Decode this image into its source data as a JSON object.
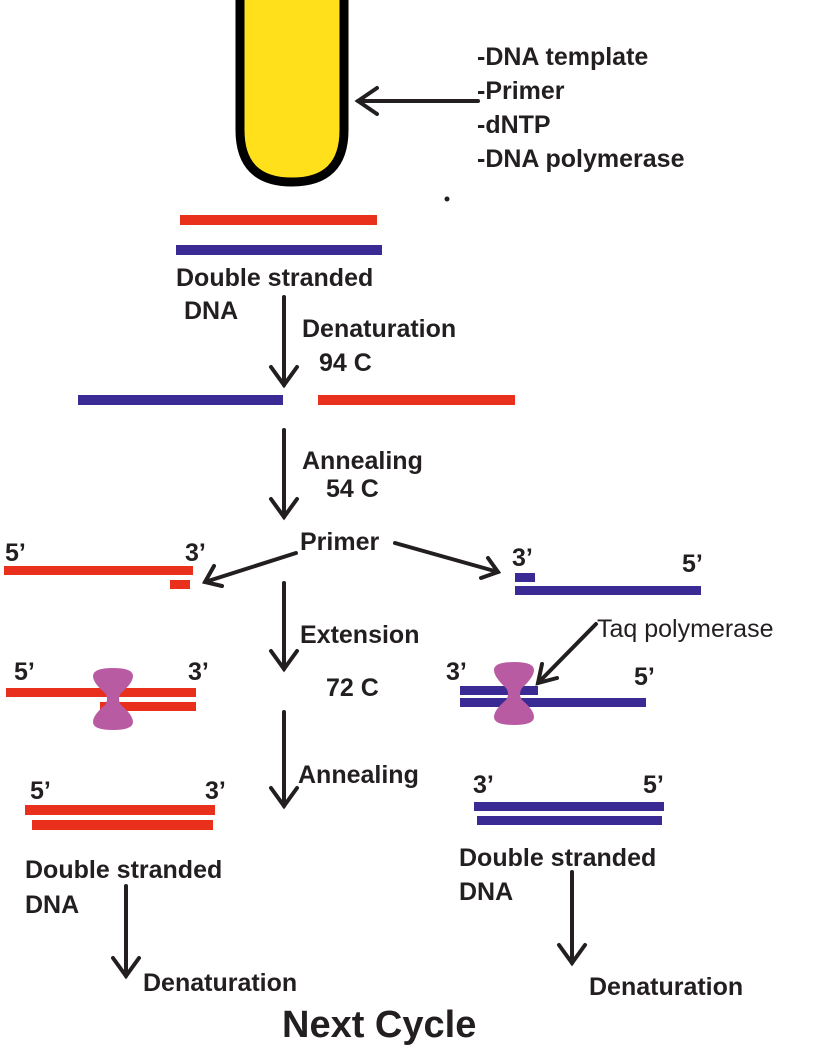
{
  "reagents": [
    "-DNA template",
    "-Primer",
    "-dNTP",
    "-DNA polymerase"
  ],
  "labels": {
    "double_stranded_top": [
      "Double stranded",
      "DNA"
    ],
    "denaturation_step": [
      "Denaturation",
      "94 C"
    ],
    "annealing_step": [
      "Annealing",
      "54 C"
    ],
    "primer": "Primer",
    "extension_step": "Extension",
    "extension_temp": "72  C",
    "taq_polymerase": "Taq polymerase",
    "annealing_second": "Annealing",
    "double_stranded_left": [
      "Double stranded",
      "DNA"
    ],
    "double_stranded_right": [
      "Double stranded",
      "DNA"
    ],
    "denaturation_left": "Denaturation",
    "denaturation_right": "Denaturation",
    "next_cycle": "Next Cycle"
  },
  "end_labels": {
    "five_prime": "5’",
    "three_prime": "3’"
  },
  "colors": {
    "tube_fill": "#FFE01B",
    "tube_outline": "#000000",
    "strand_red": "#E8301C",
    "strand_blue": "#3A2A93",
    "polymerase": "#B95BA3",
    "arrow": "#231F20"
  }
}
